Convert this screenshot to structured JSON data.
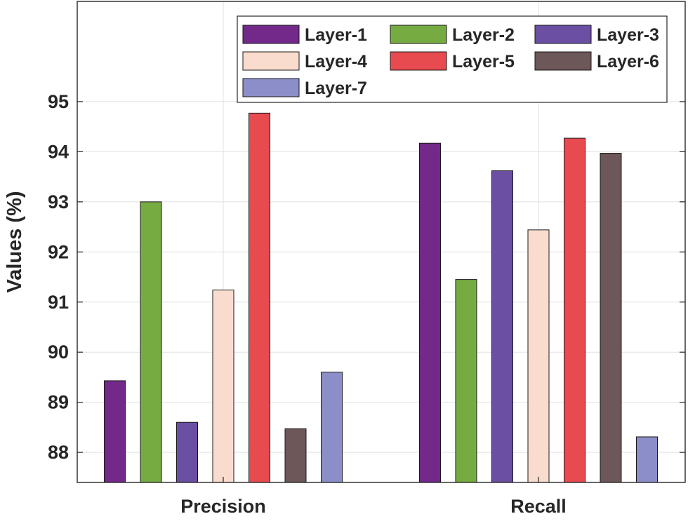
{
  "chart_data": {
    "type": "bar",
    "categories": [
      "Precision",
      "Recall"
    ],
    "series": [
      {
        "name": "Layer-1",
        "color": "#72298a",
        "values": [
          89.43,
          94.17
        ]
      },
      {
        "name": "Layer-2",
        "color": "#76ab42",
        "values": [
          93.0,
          91.45
        ]
      },
      {
        "name": "Layer-3",
        "color": "#6a4fa3",
        "values": [
          88.6,
          93.62
        ]
      },
      {
        "name": "Layer-4",
        "color": "#fadccf",
        "values": [
          91.24,
          92.44
        ]
      },
      {
        "name": "Layer-5",
        "color": "#e84b4f",
        "values": [
          94.77,
          94.27
        ]
      },
      {
        "name": "Layer-6",
        "color": "#6d5758",
        "values": [
          88.47,
          93.97
        ]
      },
      {
        "name": "Layer-7",
        "color": "#8b8ec8",
        "values": [
          89.6,
          88.31
        ]
      }
    ],
    "title": "",
    "xlabel": "",
    "ylabel": "Values (%)",
    "ylim": [
      87.4,
      97.0
    ],
    "yticks": [
      88,
      89,
      90,
      91,
      92,
      93,
      94,
      95
    ],
    "grid": true,
    "legend_position": "top-right"
  }
}
